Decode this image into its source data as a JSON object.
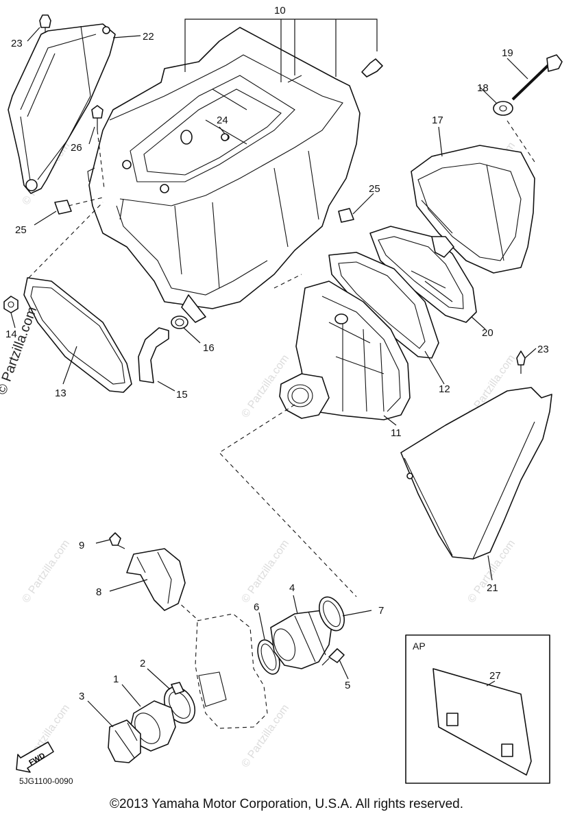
{
  "diagram": {
    "code": "5JG1100-0090",
    "copyright": "©2013 Yamaha Motor Corporation, U.S.A. All rights reserved.",
    "watermark": "© Partzilla.com",
    "watermark_tile": "© Partzilla.com",
    "fwd_label": "FWD",
    "ap_box_label": "AP"
  },
  "callouts": {
    "c1": "1",
    "c2": "2",
    "c3": "3",
    "c4": "4",
    "c5": "5",
    "c6": "6",
    "c7": "7",
    "c8": "8",
    "c9": "9",
    "c10": "10",
    "c11": "11",
    "c12": "12",
    "c13": "13",
    "c14": "14",
    "c15": "15",
    "c16": "16",
    "c17": "17",
    "c18": "18",
    "c19": "19",
    "c20": "20",
    "c21": "21",
    "c22": "22",
    "c23a": "23",
    "c23b": "23",
    "c24": "24",
    "c25a": "25",
    "c25b": "25",
    "c26": "26",
    "c27": "27"
  }
}
